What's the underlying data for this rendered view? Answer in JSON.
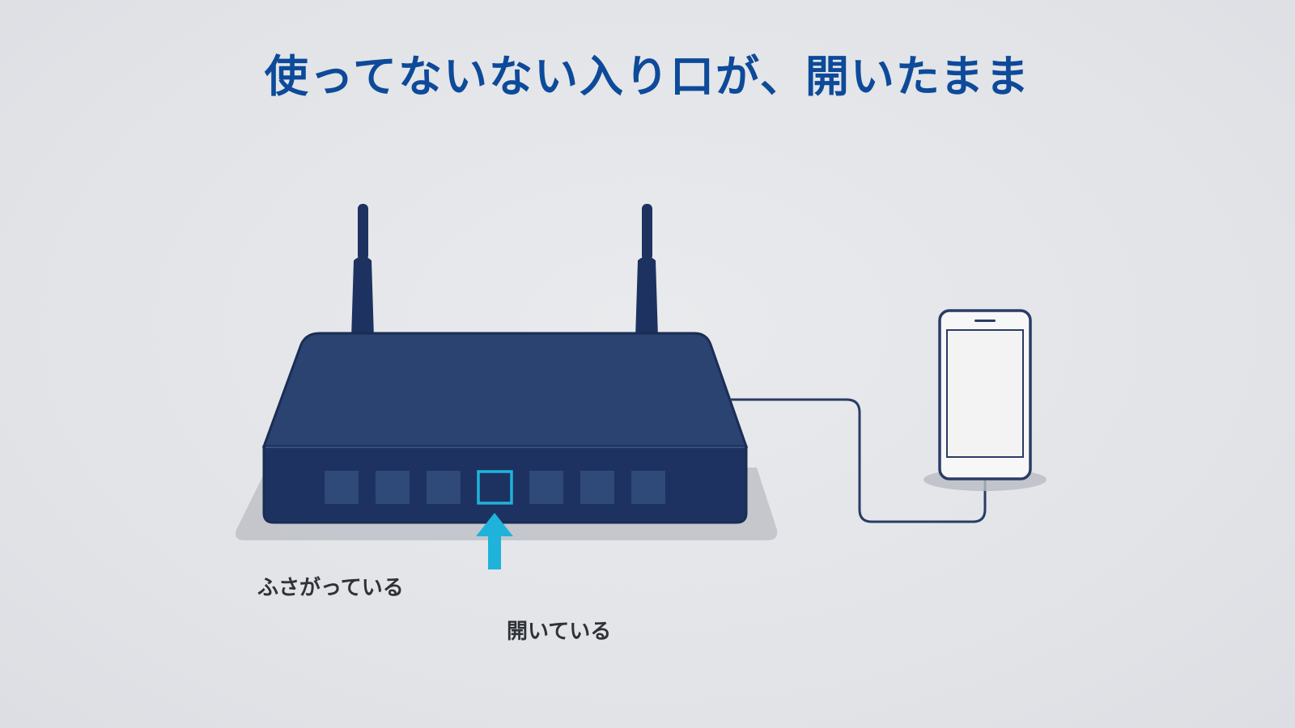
{
  "title": "使ってないない入り口が、開いたまま",
  "labels": {
    "closed": "ふさがっている",
    "open": "開いている"
  },
  "colors": {
    "background": "#e3e5e9",
    "title": "#0d4a99",
    "router_body": "#1d3260",
    "router_top": "#2b4370",
    "port_closed": "#2f4a78",
    "port_open": "#1fb3db",
    "cable": "#2a3c66",
    "phone_frame": "#2a3c66",
    "phone_screen": "#f5f5f5"
  },
  "ports": [
    {
      "state": "closed"
    },
    {
      "state": "closed"
    },
    {
      "state": "closed"
    },
    {
      "state": "open"
    },
    {
      "state": "closed"
    },
    {
      "state": "closed"
    },
    {
      "state": "closed"
    }
  ],
  "icons": {
    "router": "router-icon",
    "phone": "smartphone-icon",
    "arrow": "arrow-up-icon"
  }
}
